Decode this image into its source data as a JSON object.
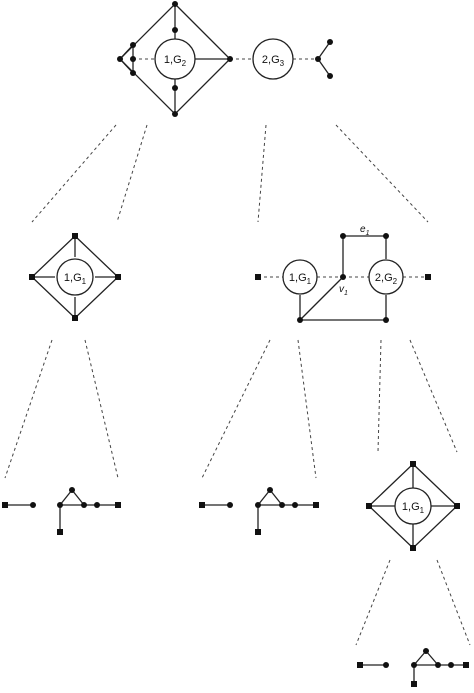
{
  "labels": {
    "root_node_1": "1,G",
    "root_node_1_sub": "2",
    "root_node_2": "2,G",
    "root_node_2_sub": "3",
    "l2_left_node": "1,G",
    "l2_left_node_sub": "1",
    "l2_right_node_1": "1,G",
    "l2_right_node_1_sub": "1",
    "l2_right_node_2": "2,G",
    "l2_right_node_2_sub": "2",
    "edge_label": "e",
    "edge_label_sub": "1",
    "vertex_label": "v",
    "vertex_label_sub": "1",
    "l3_node": "1,G",
    "l3_node_sub": "1"
  }
}
